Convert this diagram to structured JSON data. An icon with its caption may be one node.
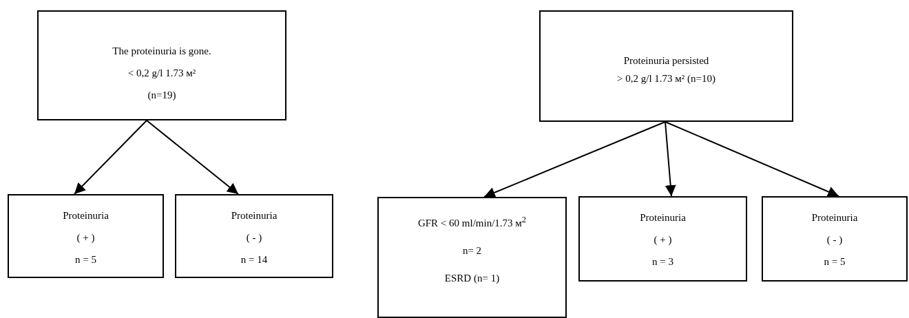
{
  "diagram": {
    "nodes": [
      {
        "text": [
          "The proteinuria is gone.",
          "< 0,2 g/l 1.73 м²",
          "(n=19)"
        ]
      },
      {
        "text": [
          "Proteinuria persisted",
          "> 0,2 g/l 1.73 м² (n=10)"
        ]
      },
      {
        "text": [
          "Proteinuria",
          "( + )",
          "n = 5"
        ]
      },
      {
        "text": [
          "Proteinuria",
          "( - )",
          "n = 14"
        ]
      },
      {
        "text": [
          "GFR < 60 ml/min/1.73 м$^{2}$",
          "n= 2",
          "ESRD (n= 1)"
        ]
      },
      {
        "text": [
          "Proteinuria",
          "( + )",
          "n = 3"
        ]
      },
      {
        "text": [
          "Proteinuria",
          "( - )",
          "n = 5"
        ]
      }
    ],
    "edges": [
      {
        "from": 0,
        "to": 2,
        "arrow": "to"
      },
      {
        "from": 0,
        "to": 3,
        "arrow": "to"
      },
      {
        "from": 1,
        "to": 4,
        "arrow": "to"
      },
      {
        "from": 1,
        "to": 5,
        "arrow": "to"
      },
      {
        "from": 1,
        "to": 6,
        "arrow": "to"
      }
    ]
  }
}
